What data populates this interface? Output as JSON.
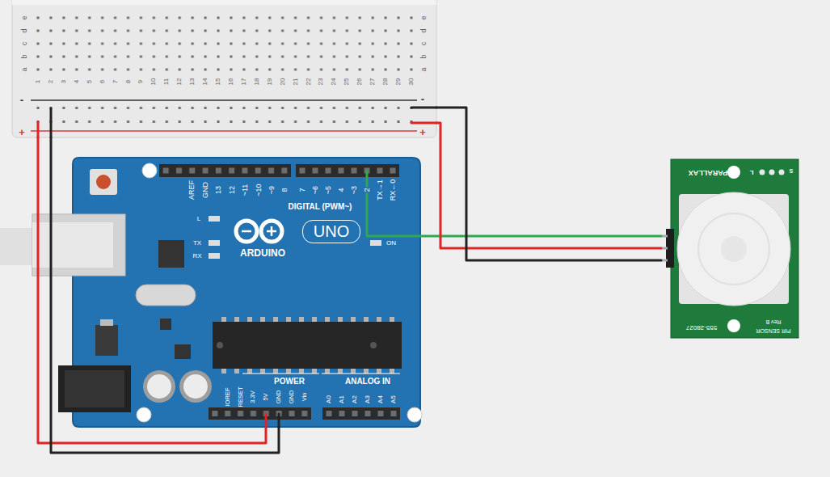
{
  "diagram": {
    "nodes": [
      {
        "text": [
          "e",
          "d",
          "c",
          "b",
          "a",
          "e",
          "d",
          "c",
          "b",
          "a",
          "1",
          "2",
          "3",
          "4",
          "5",
          "6",
          "7",
          "8",
          "9",
          "10",
          "11",
          "12",
          "13",
          "14",
          "15",
          "16",
          "17",
          "18",
          "19",
          "20",
          "21",
          "22",
          "23",
          "24",
          "25",
          "26",
          "27",
          "28",
          "29",
          "30",
          "-",
          "+",
          "-",
          "+"
        ]
      },
      {
        "text": [
          "AREF",
          "GND",
          "13",
          "12",
          "~11",
          "~10",
          "~9",
          "8",
          "7",
          "~6",
          "~5",
          "4",
          "~3",
          "2",
          "TX→1",
          "RX←0",
          "DIGITAL (PWM~)",
          "L",
          "TX",
          "RX",
          "ARDUINO",
          "ON",
          "POWER",
          "ANALOG IN",
          "IOREF",
          "RESET",
          "3.3V",
          "5V",
          "GND",
          "GND",
          "Vin",
          "A0",
          "A1",
          "A2",
          "A3",
          "A4",
          "A5"
        ]
      },
      {
        "text": [
          "UNO"
        ],
        "in": 1
      },
      {
        "text": [
          "PARALLAX",
          "L",
          "S",
          "555-28027",
          "Rev B",
          "PIR SENSOR"
        ]
      }
    ],
    "edges": [
      {
        "from": 1,
        "to": 3,
        "arrow": "none"
      },
      {
        "from": 0,
        "to": 3,
        "arrow": "none"
      },
      {
        "from": 0,
        "to": 3,
        "arrow": "none"
      },
      {
        "from": 1,
        "to": 0,
        "arrow": "none"
      },
      {
        "from": 1,
        "to": 0,
        "arrow": "none"
      }
    ]
  }
}
